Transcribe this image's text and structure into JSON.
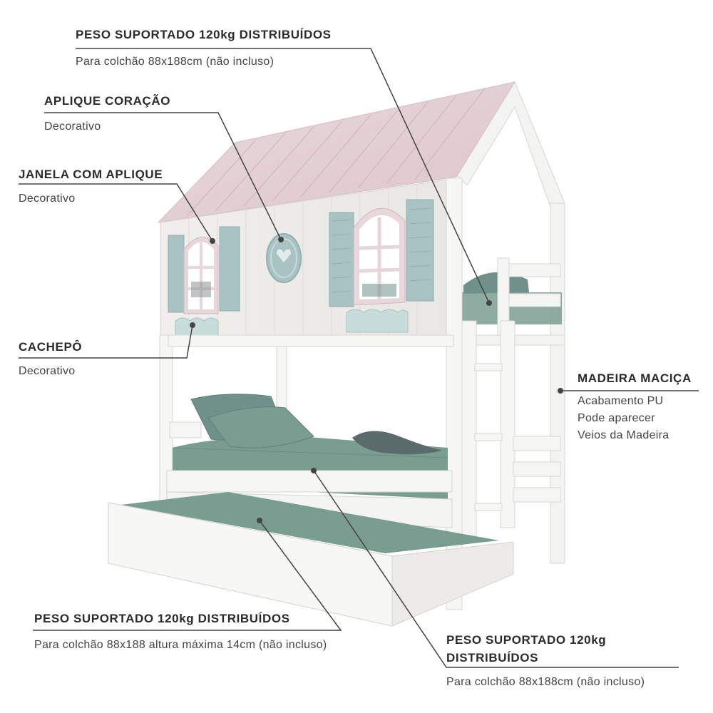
{
  "callouts": {
    "top_bed": {
      "title": "PESO SUPORTADO 120kg DISTRIBUÍDOS",
      "desc": "Para colchão 88x188cm (não incluso)"
    },
    "heart": {
      "title": "APLIQUE CORAÇÃO",
      "desc": "Decorativo"
    },
    "window": {
      "title": "JANELA COM APLIQUE",
      "desc": "Decorativo"
    },
    "planter": {
      "title": "CACHEPÔ",
      "desc": "Decorativo"
    },
    "wood": {
      "title": "MADEIRA MACIÇA",
      "lines": [
        "Acabamento PU",
        "Pode aparecer",
        "Veios da Madeira"
      ]
    },
    "trundle": {
      "title": "PESO SUPORTADO 120kg DISTRIBUÍDOS",
      "desc": "Para colchão 88x188 altura máxima 14cm (não incluso)"
    },
    "bottom_bed": {
      "title_lines": [
        "PESO SUPORTADO 120kg",
        "DISTRIBUÍDOS"
      ],
      "desc": "Para colchão 88x188cm (não incluso)"
    }
  },
  "colors": {
    "roof": "#e6d3d7",
    "wall": "#f4f2ef",
    "shutter": "#a9c3c3",
    "mattress": "#7a9d92",
    "pillow": "#6f918a",
    "frame": "#f7f7f5",
    "line": "#444444"
  }
}
